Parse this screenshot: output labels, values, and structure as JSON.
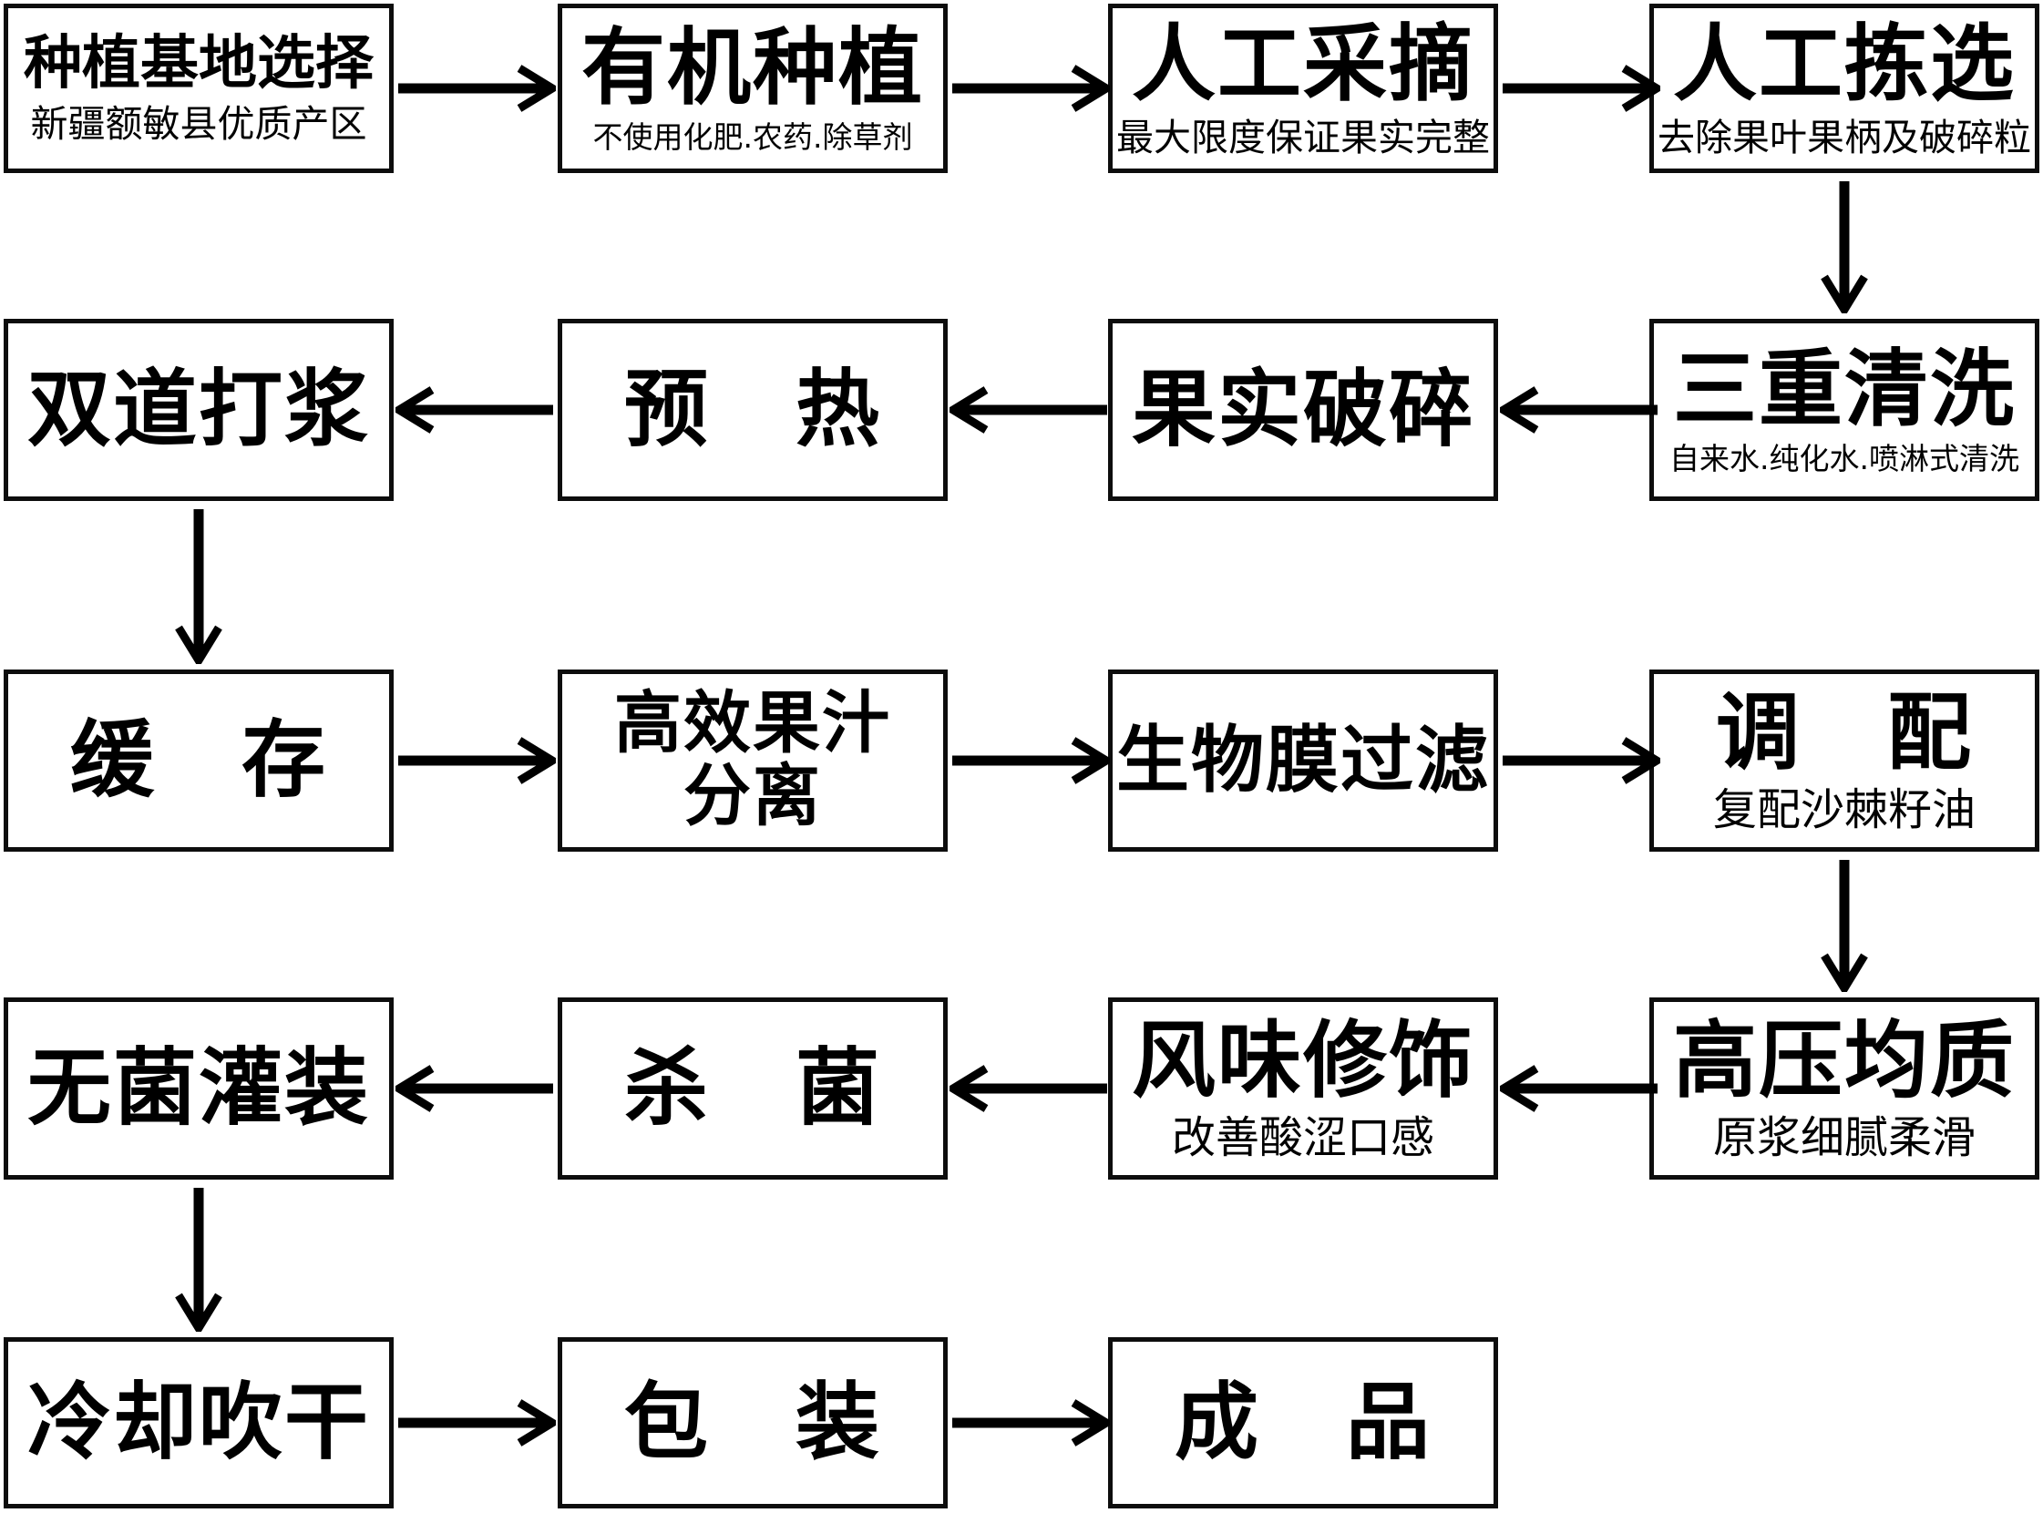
{
  "diagram": {
    "type": "flowchart",
    "flow_pattern": "serpentine",
    "colors": {
      "background": "#ffffff",
      "box_border": "#000000",
      "box_fill": "#ffffff",
      "text": "#000000",
      "arrow": "#000000"
    },
    "nodes": [
      {
        "id": "base",
        "title": "种植基地选择",
        "subtitle": "新疆额敏县优质产区"
      },
      {
        "id": "organic",
        "title": "有机种植",
        "subtitle": "不使用化肥.农药.除草剂"
      },
      {
        "id": "picking",
        "title": "人工采摘",
        "subtitle": "最大限度保证果实完整"
      },
      {
        "id": "sorting",
        "title": "人工拣选",
        "subtitle": "去除果叶果柄及破碎粒"
      },
      {
        "id": "washing",
        "title": "三重清洗",
        "subtitle": "自来水.纯化水.喷淋式清洗"
      },
      {
        "id": "crushing",
        "title": "果实破碎"
      },
      {
        "id": "preheat",
        "title": "预　热"
      },
      {
        "id": "pulping",
        "title": "双道打浆"
      },
      {
        "id": "buffer",
        "title": "缓　存"
      },
      {
        "id": "separation",
        "title": "高效果汁\n分离"
      },
      {
        "id": "filtration",
        "title": "生物膜过滤"
      },
      {
        "id": "blending",
        "title": "调　配",
        "subtitle": "复配沙棘籽油"
      },
      {
        "id": "homogenization",
        "title": "高压均质",
        "subtitle": "原浆细腻柔滑"
      },
      {
        "id": "flavor",
        "title": "风味修饰",
        "subtitle": "改善酸涩口感"
      },
      {
        "id": "sterilize",
        "title": "杀　菌"
      },
      {
        "id": "filling",
        "title": "无菌灌装"
      },
      {
        "id": "cooling",
        "title": "冷却吹干"
      },
      {
        "id": "packaging",
        "title": "包　装"
      },
      {
        "id": "finished",
        "title": "成　品"
      }
    ],
    "edges": [
      {
        "from": "base",
        "to": "organic"
      },
      {
        "from": "organic",
        "to": "picking"
      },
      {
        "from": "picking",
        "to": "sorting"
      },
      {
        "from": "sorting",
        "to": "washing"
      },
      {
        "from": "washing",
        "to": "crushing"
      },
      {
        "from": "crushing",
        "to": "preheat"
      },
      {
        "from": "preheat",
        "to": "pulping"
      },
      {
        "from": "pulping",
        "to": "buffer"
      },
      {
        "from": "buffer",
        "to": "separation"
      },
      {
        "from": "separation",
        "to": "filtration"
      },
      {
        "from": "filtration",
        "to": "blending"
      },
      {
        "from": "blending",
        "to": "homogenization"
      },
      {
        "from": "homogenization",
        "to": "flavor"
      },
      {
        "from": "flavor",
        "to": "sterilize"
      },
      {
        "from": "sterilize",
        "to": "filling"
      },
      {
        "from": "filling",
        "to": "cooling"
      },
      {
        "from": "cooling",
        "to": "packaging"
      },
      {
        "from": "packaging",
        "to": "finished"
      }
    ]
  }
}
